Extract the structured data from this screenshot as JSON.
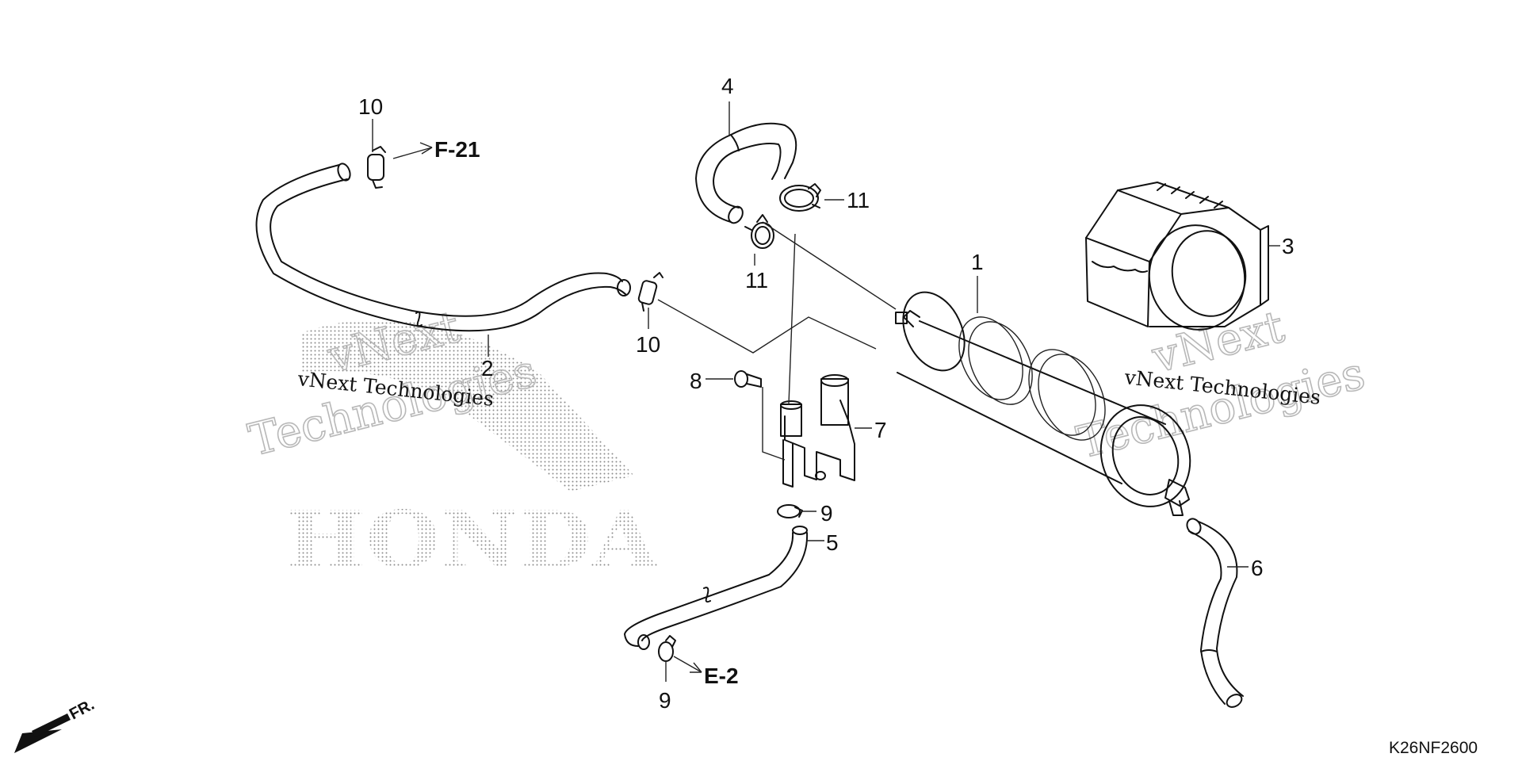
{
  "diagram": {
    "code": "K26NF2600",
    "front_label": "FR.",
    "references": {
      "f21": "F-21",
      "e2": "E-2"
    },
    "callouts": {
      "p1": "1",
      "p2": "2",
      "p3": "3",
      "p4": "4",
      "p5": "5",
      "p6": "6",
      "p7": "7",
      "p8": "8",
      "p9a": "9",
      "p9b": "9",
      "p10a": "10",
      "p10b": "10",
      "p11a": "11",
      "p11b": "11"
    }
  },
  "watermarks": {
    "line1": "vNext",
    "line2": "Technologies",
    "caption": "vNext Technologies",
    "brand": "HONDA"
  },
  "colors": {
    "ink": "#111111",
    "watermark": "#b8b8b8",
    "background": "#ffffff"
  }
}
